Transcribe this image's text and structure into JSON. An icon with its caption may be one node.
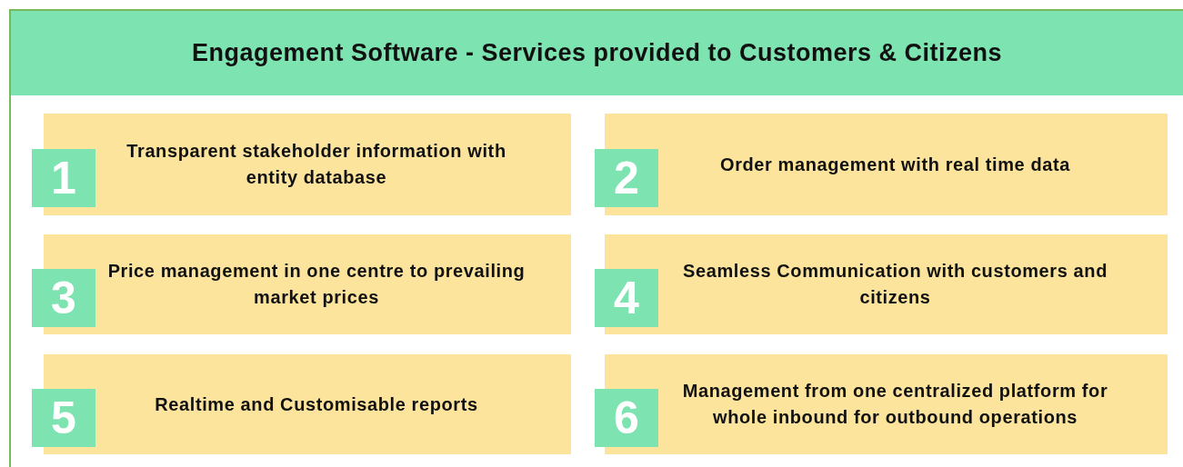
{
  "diagram": {
    "title": "Engagement Software - Services provided to Customers & Citizens",
    "nodes": [
      {
        "text": [
          "1"
        ]
      },
      {
        "text": [
          "Transparent stakeholder information with entity database"
        ]
      },
      {
        "text": [
          "2"
        ]
      },
      {
        "text": [
          "Order management with real time data"
        ]
      },
      {
        "text": [
          "3"
        ]
      },
      {
        "text": [
          "Price management in one centre to prevailing market prices"
        ]
      },
      {
        "text": [
          "4"
        ]
      },
      {
        "text": [
          "Seamless Communication with customers and citizens"
        ]
      },
      {
        "text": [
          "5"
        ]
      },
      {
        "text": [
          "Realtime and Customisable reports"
        ]
      },
      {
        "text": [
          "6"
        ]
      },
      {
        "text": [
          "Management from one centralized platform for whole inbound for outbound operations"
        ]
      }
    ]
  }
}
